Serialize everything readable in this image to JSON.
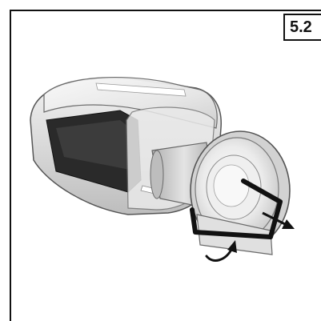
{
  "step": {
    "label": "5.2"
  },
  "illustration": {
    "subject": "handheld-vacuum-dust-container",
    "action": "remove-filter"
  }
}
